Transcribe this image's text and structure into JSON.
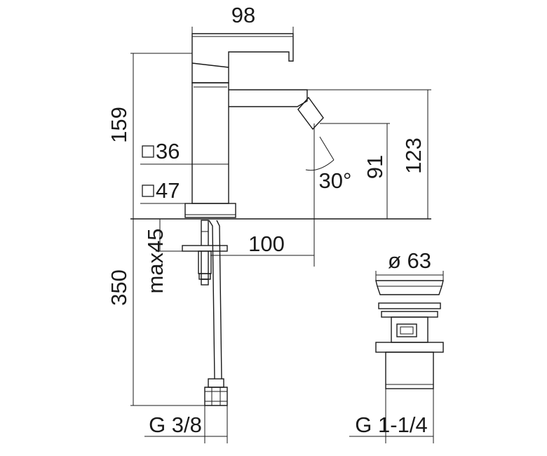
{
  "dimensions": {
    "spout_width": "98",
    "total_height": "159",
    "body_square": "36",
    "base_square": "47",
    "spout_height": "123",
    "nozzle_height": "91",
    "nozzle_angle": "30°",
    "max_deck": "max45",
    "spout_reach": "100",
    "hose_length": "350",
    "hose_thread": "G 3/8",
    "waste_diameter": "ø 63",
    "waste_thread": "G 1-1/4"
  }
}
